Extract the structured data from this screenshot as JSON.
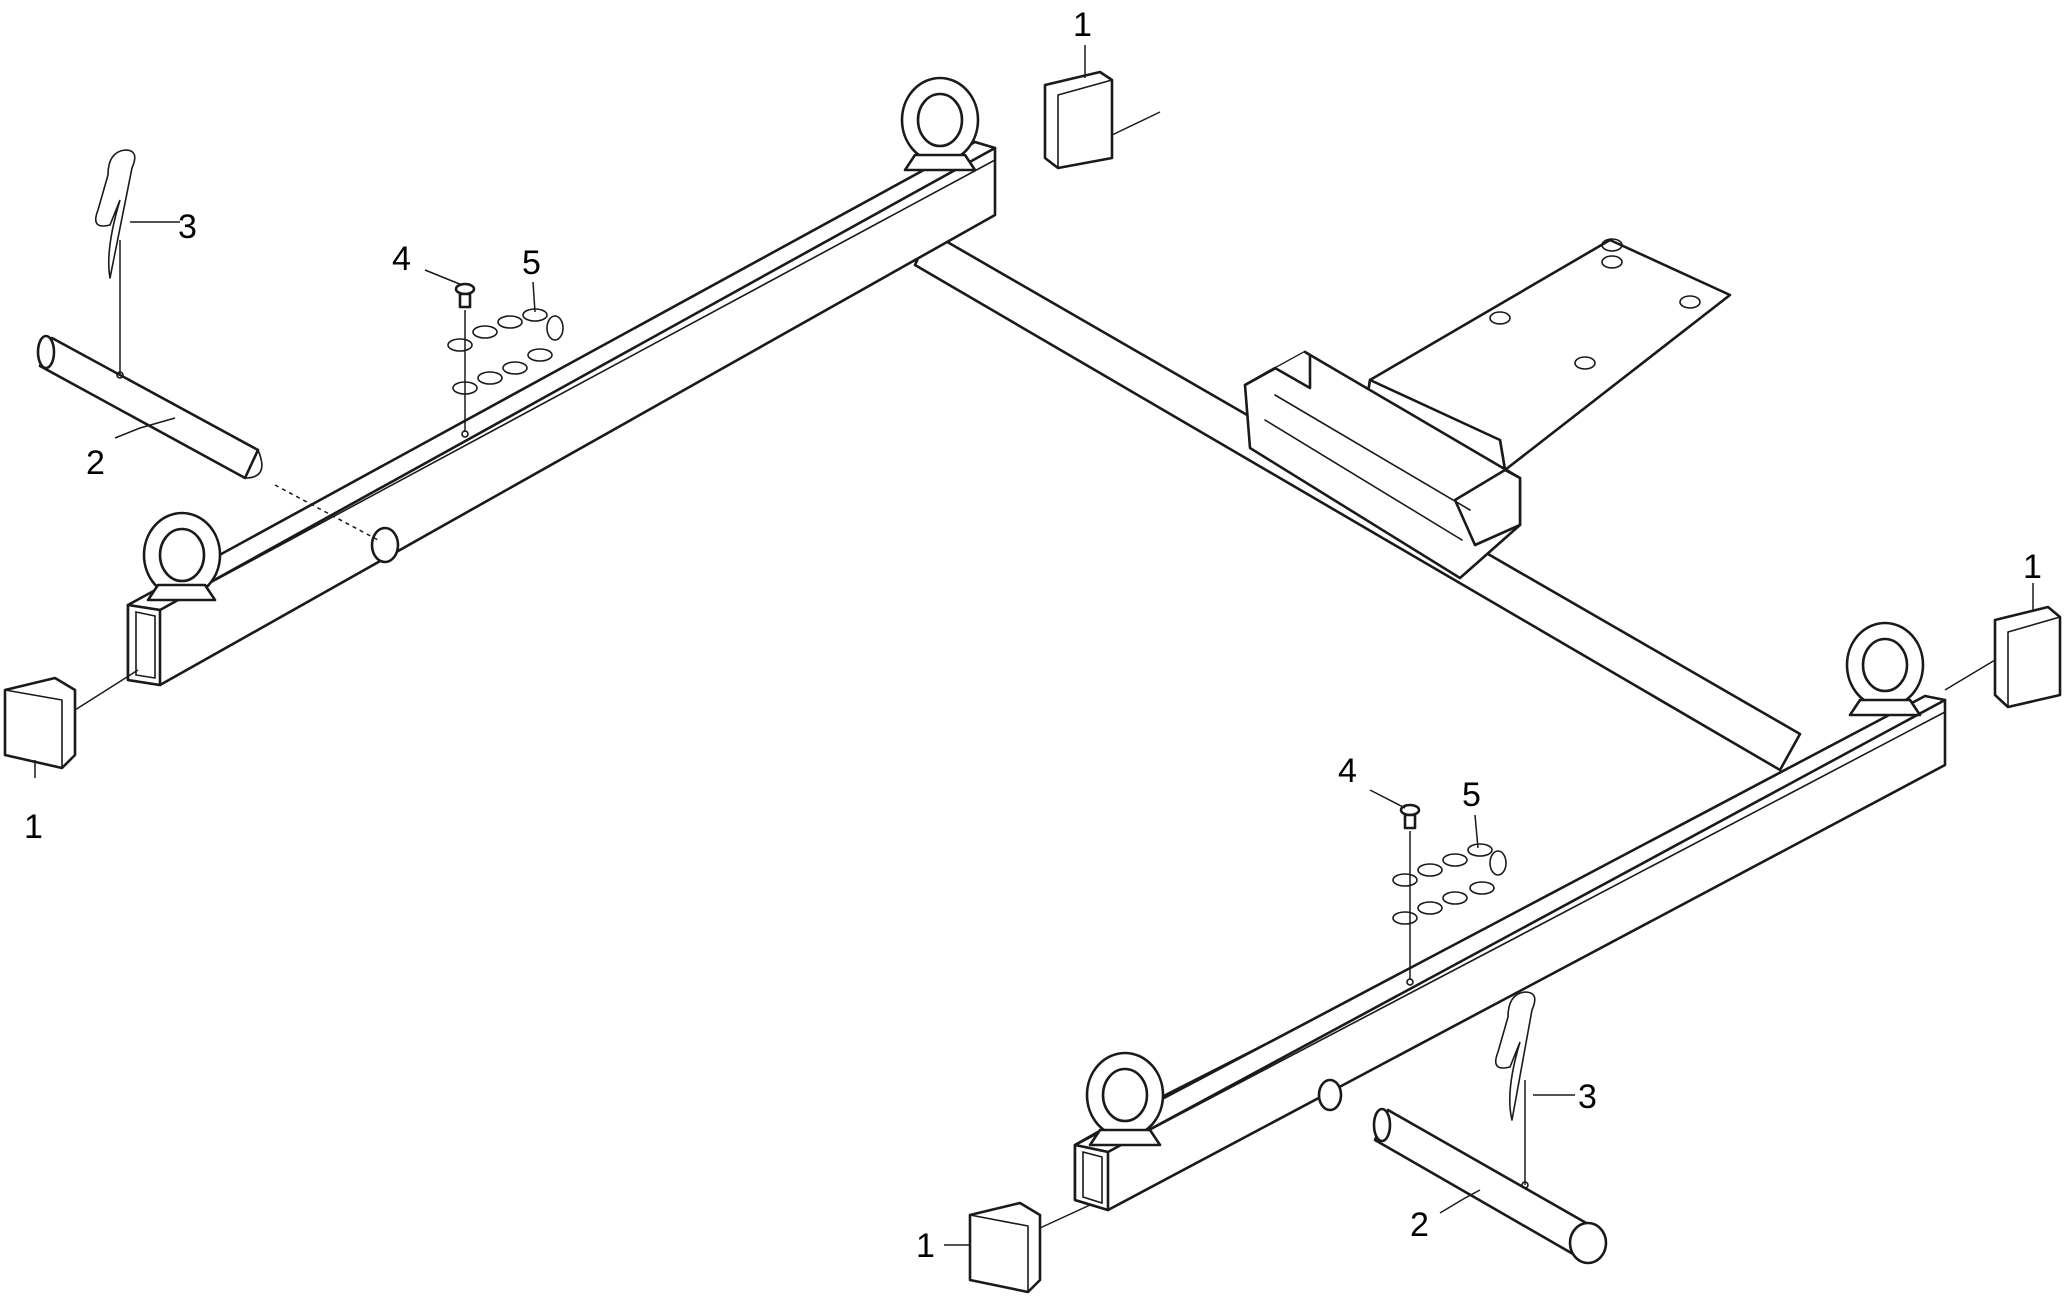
{
  "diagram": {
    "callouts": [
      {
        "id": "c1a",
        "text": "1"
      },
      {
        "id": "c1b",
        "text": "1"
      },
      {
        "id": "c1c",
        "text": "1"
      },
      {
        "id": "c1d",
        "text": "1"
      },
      {
        "id": "c2a",
        "text": "2"
      },
      {
        "id": "c2b",
        "text": "2"
      },
      {
        "id": "c3a",
        "text": "3"
      },
      {
        "id": "c3b",
        "text": "3"
      },
      {
        "id": "c4a",
        "text": "4"
      },
      {
        "id": "c4b",
        "text": "4"
      },
      {
        "id": "c5a",
        "text": "5"
      },
      {
        "id": "c5b",
        "text": "5"
      }
    ]
  }
}
